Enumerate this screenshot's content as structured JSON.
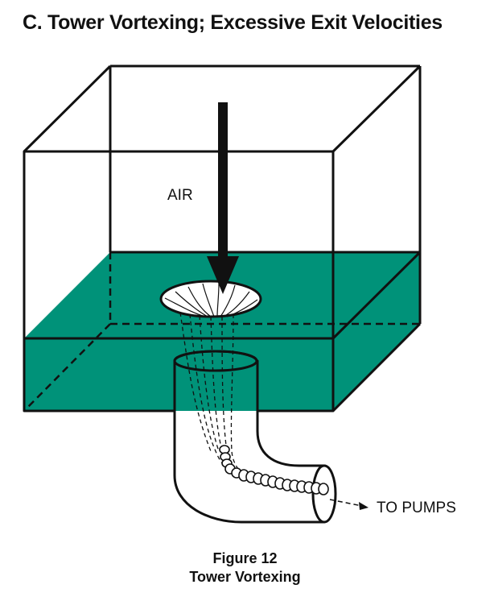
{
  "heading": "C. Tower Vortexing; Excessive Exit Velocities",
  "diagram": {
    "labels": {
      "air": "AIR",
      "to_pumps": "TO PUMPS"
    },
    "colors": {
      "water": "#009279",
      "line": "#111111",
      "background": "#ffffff"
    },
    "icons": [
      "down-arrow-icon",
      "vortex-funnel-icon",
      "elbow-pipe-icon",
      "air-bubble-coil-icon",
      "flow-arrow-icon"
    ]
  },
  "caption": {
    "figure_label": "Figure 12",
    "figure_title": "Tower Vortexing"
  }
}
